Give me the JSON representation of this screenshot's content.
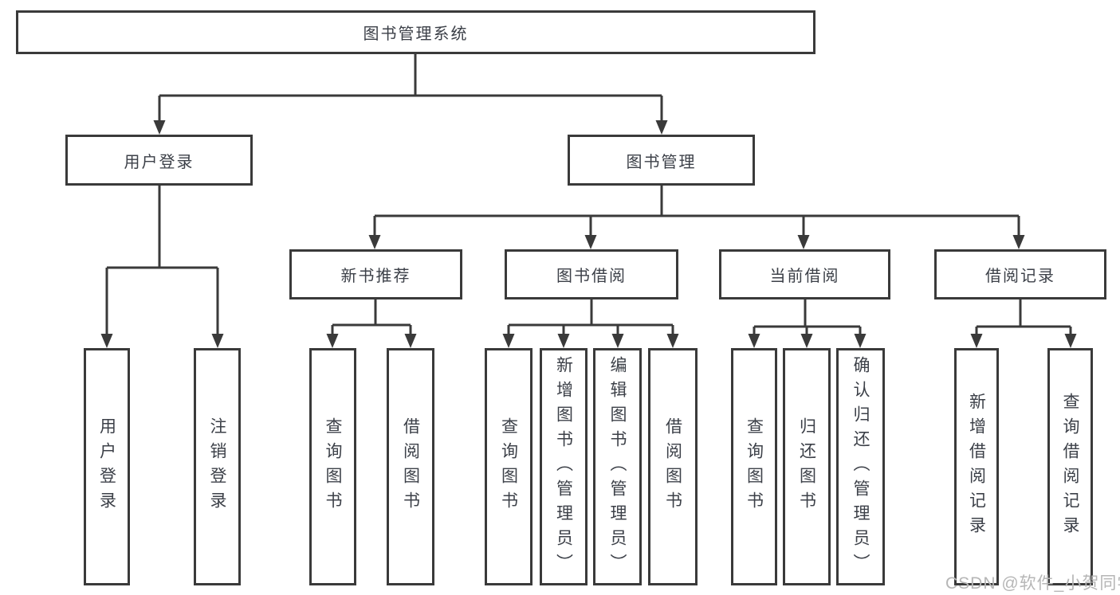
{
  "diagram": {
    "watermark": "CSDN @软件_小贺同学",
    "colors": {
      "line": "#3a3a3a",
      "box_border": "#3a3a3a",
      "text": "#3c4048",
      "watermark": "#b6b6b6",
      "background": "#ffffff"
    },
    "tree": {
      "label": "图书管理系统",
      "children": [
        {
          "label": "用户登录",
          "children": [
            {
              "label": "用户登录"
            },
            {
              "label": "注销登录"
            }
          ]
        },
        {
          "label": "图书管理",
          "children": [
            {
              "label": "新书推荐",
              "children": [
                {
                  "label": "查询图书"
                },
                {
                  "label": "借阅图书"
                }
              ]
            },
            {
              "label": "图书借阅",
              "children": [
                {
                  "label": "查询图书"
                },
                {
                  "label": "新增图书（管理员）"
                },
                {
                  "label": "编辑图书（管理员）"
                },
                {
                  "label": "借阅图书"
                }
              ]
            },
            {
              "label": "当前借阅",
              "children": [
                {
                  "label": "查询图书"
                },
                {
                  "label": "归还图书"
                },
                {
                  "label": "确认归还（管理员）"
                }
              ]
            },
            {
              "label": "借阅记录",
              "children": [
                {
                  "label": "新增借阅记录"
                },
                {
                  "label": "查询借阅记录"
                }
              ]
            }
          ]
        }
      ]
    }
  }
}
